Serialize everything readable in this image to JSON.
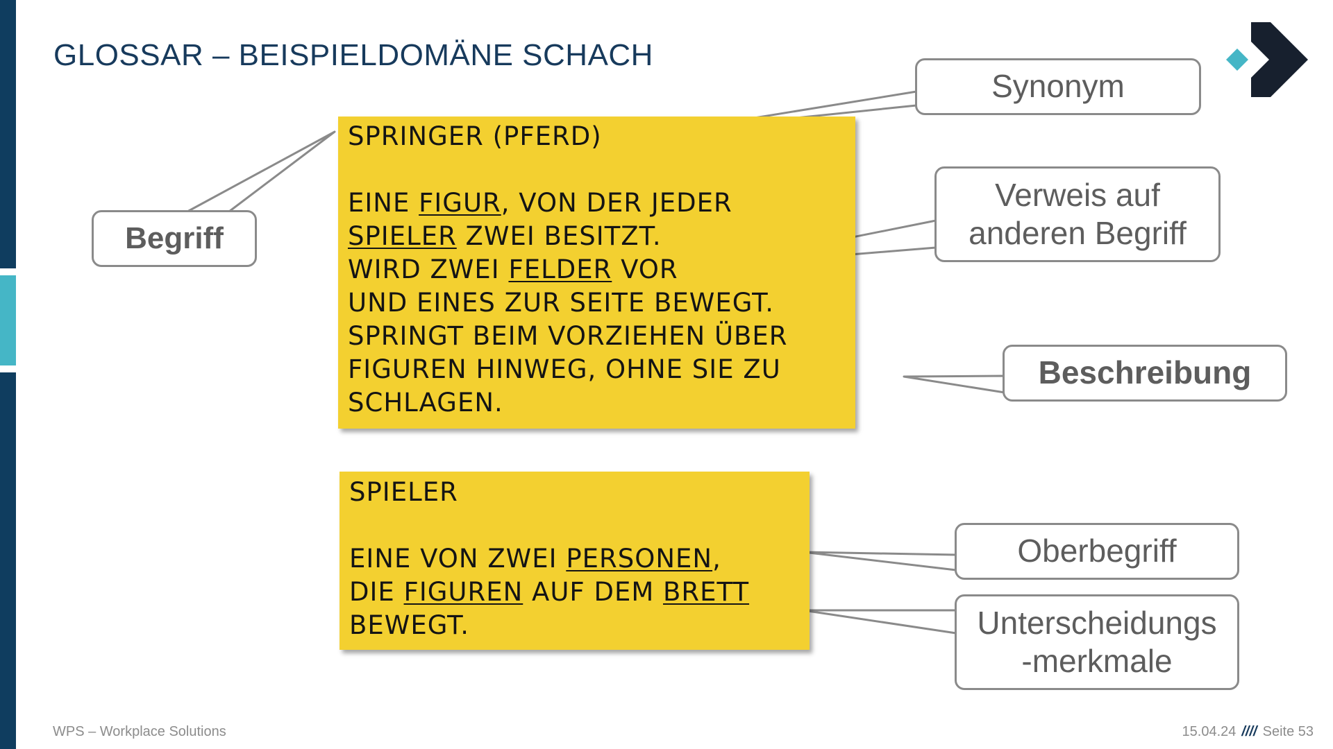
{
  "slide": {
    "title": "GLOSSAR – BEISPIELDOMÄNE SCHACH"
  },
  "note_springer": {
    "term": "SPRINGER (PFERD)",
    "segments": {
      "l1a": "EINE ",
      "l1b": "FIGUR",
      "l1c": ", VON DER JEDER",
      "l2a": "SPIELER",
      "l2b": " ZWEI BESITZT.",
      "l3a": "WIRD ZWEI ",
      "l3b": "FELDER",
      "l3c": " VOR",
      "l4": "UND EINES ZUR SEITE BEWEGT.",
      "l5": "SPRINGT BEIM VORZIEHEN ÜBER",
      "l6": "FIGUREN HINWEG, OHNE SIE ZU",
      "l7": "SCHLAGEN."
    }
  },
  "note_spieler": {
    "term": "SPIELER",
    "segments": {
      "l1a": "EINE VON ZWEI ",
      "l1b": "PERSONEN",
      "l1c": ",",
      "l2a": "DIE ",
      "l2b": "FIGUREN",
      "l2c": " AUF DEM ",
      "l2d": "BRETT",
      "l3": "BEWEGT."
    }
  },
  "callouts": {
    "begriff": "Begriff",
    "synonym": "Synonym",
    "verweis_line1": "Verweis auf",
    "verweis_line2": "anderen Begriff",
    "beschreibung": "Beschreibung",
    "oberbegriff": "Oberbegriff",
    "unterscheidung_line1": "Unterscheidungs",
    "unterscheidung_line2": "-merkmale"
  },
  "footer": {
    "company": "WPS – Workplace Solutions",
    "date": "15.04.24",
    "separator": "////",
    "page": "Seite 53"
  },
  "colors": {
    "navy": "#0f3d5f",
    "teal": "#45b6c6",
    "sticky_yellow": "#f3d030",
    "callout_border": "#8a8a8a",
    "callout_text": "#5d5d5d"
  }
}
